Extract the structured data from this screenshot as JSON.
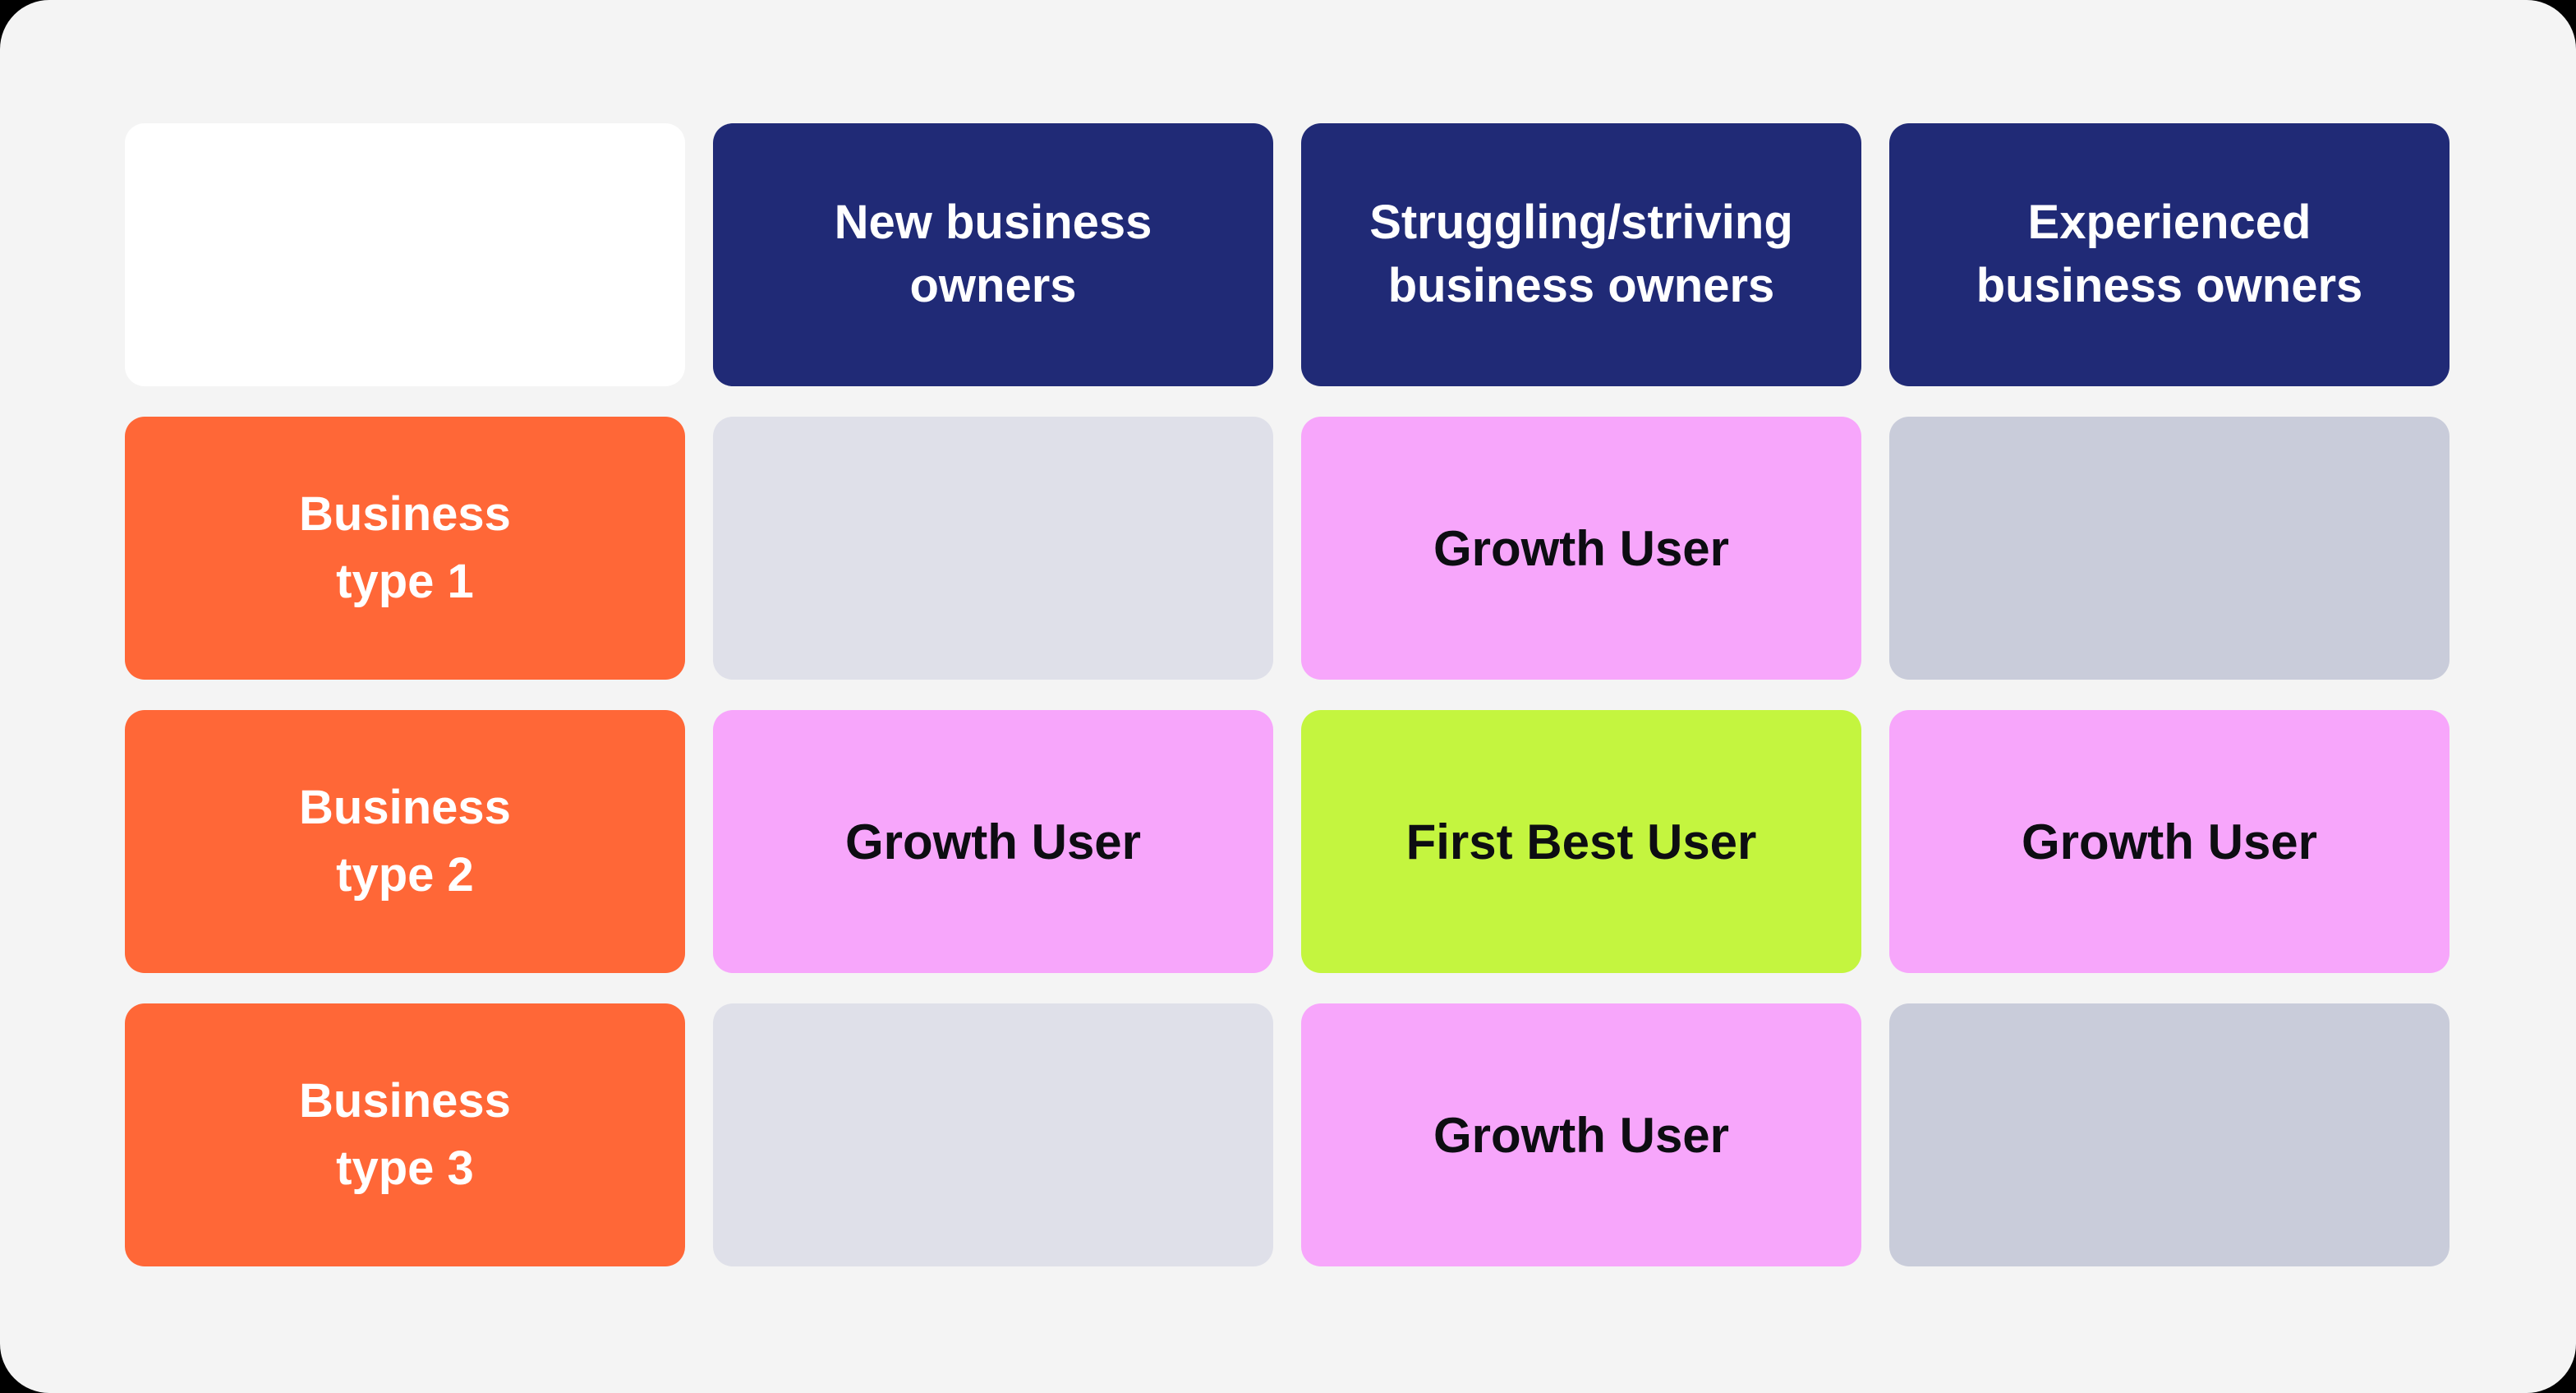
{
  "matrix": {
    "corner_label": "",
    "columns": [
      {
        "label": "New business\nowners"
      },
      {
        "label": "Struggling/striving\nbusiness owners"
      },
      {
        "label": "Experienced\nbusiness owners"
      }
    ],
    "rows": [
      {
        "label": "Business\ntype 1",
        "cells": [
          {
            "text": "",
            "variant": "empty-light"
          },
          {
            "text": "Growth User",
            "variant": "pink"
          },
          {
            "text": "",
            "variant": "empty-dark"
          }
        ]
      },
      {
        "label": "Business\ntype 2",
        "cells": [
          {
            "text": "Growth User",
            "variant": "pink"
          },
          {
            "text": "First Best User",
            "variant": "lime"
          },
          {
            "text": "Growth User",
            "variant": "pink"
          }
        ]
      },
      {
        "label": "Business\ntype 3",
        "cells": [
          {
            "text": "",
            "variant": "empty-light"
          },
          {
            "text": "Growth User",
            "variant": "pink"
          },
          {
            "text": "",
            "variant": "empty-dark"
          }
        ]
      }
    ],
    "palette": {
      "canvas_background": "#F4F4F4",
      "outer_background": "#000000",
      "header_navy": "#202A76",
      "row_label_orange": "#FF6737",
      "value_pink": "#F7A6FB",
      "value_lime": "#C4F53F",
      "empty_light_gray": "#DFE0E9",
      "empty_dark_gray": "#C9CCDA",
      "corner_white": "#FFFFFF",
      "header_text": "#FFFFFF",
      "value_text": "#0D0D12"
    }
  }
}
